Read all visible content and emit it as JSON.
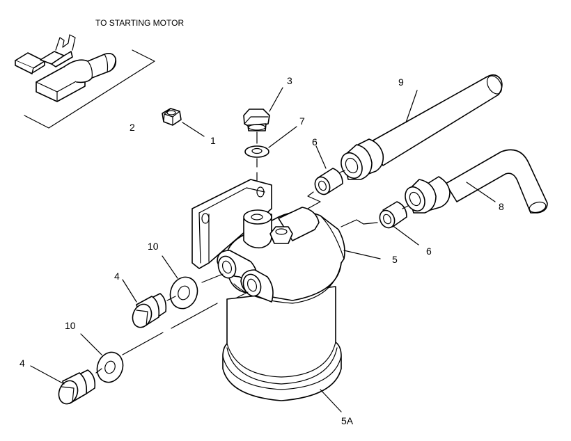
{
  "heading": "TO STARTING MOTOR",
  "callouts": {
    "c1": "1",
    "c2": "2",
    "c3": "3",
    "c4a": "4",
    "c4b": "4",
    "c5": "5",
    "c5a": "5A",
    "c6a": "6",
    "c6b": "6",
    "c7": "7",
    "c8": "8",
    "c9": "9",
    "c10a": "10",
    "c10b": "10"
  }
}
